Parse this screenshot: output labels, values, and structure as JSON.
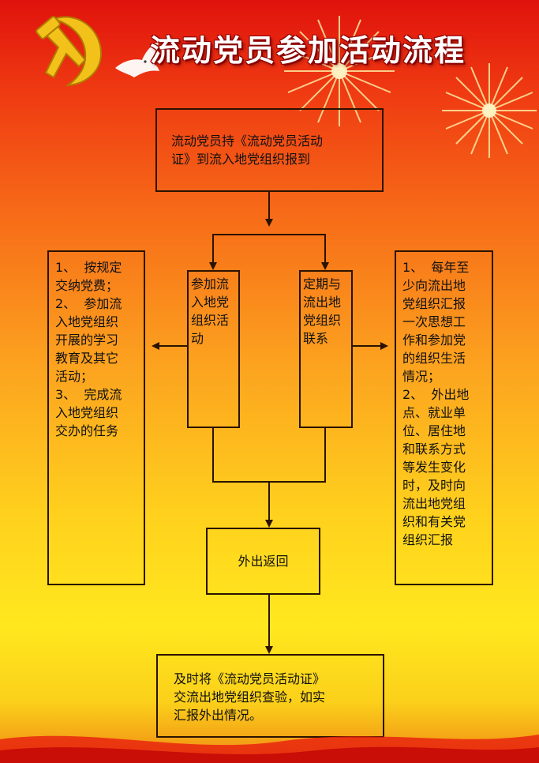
{
  "title": "流动党员参加活动流程",
  "colors": {
    "accent": "#e0120c",
    "line": "#2b1200",
    "title_text": "#ffffff"
  },
  "icons": {
    "emblem": "party-emblem-icon",
    "dove": "dove-icon",
    "fireworks": "fireworks-icon"
  },
  "nodes": {
    "report": "流动党员持《流动党员活动\n证》到流入地党组织报到",
    "participate": "参加流\n入地党\n组织活\n动",
    "contact": "定期与\n流出地\n党组织\n联系",
    "left_list": "1、  按规定\n交纳党费；\n2、  参加流\n入地党组织\n开展的学习\n教育及其它\n活动；\n3、  完成流\n入地党组织\n交办的任务",
    "right_list": "1、  每年至\n少向流出地\n党组织汇报\n一次思想工\n作和参加党\n的组织生活\n情况；\n2、  外出地\n点、就业单\n位、居住地\n和联系方式\n等发生变化\n时，及时向\n流出地党组\n织和有关党\n组织汇报",
    "return": "外出返回",
    "verify": "及时将《流动党员活动证》\n交流出地党组织查验，如实\n汇报外出情况。"
  }
}
